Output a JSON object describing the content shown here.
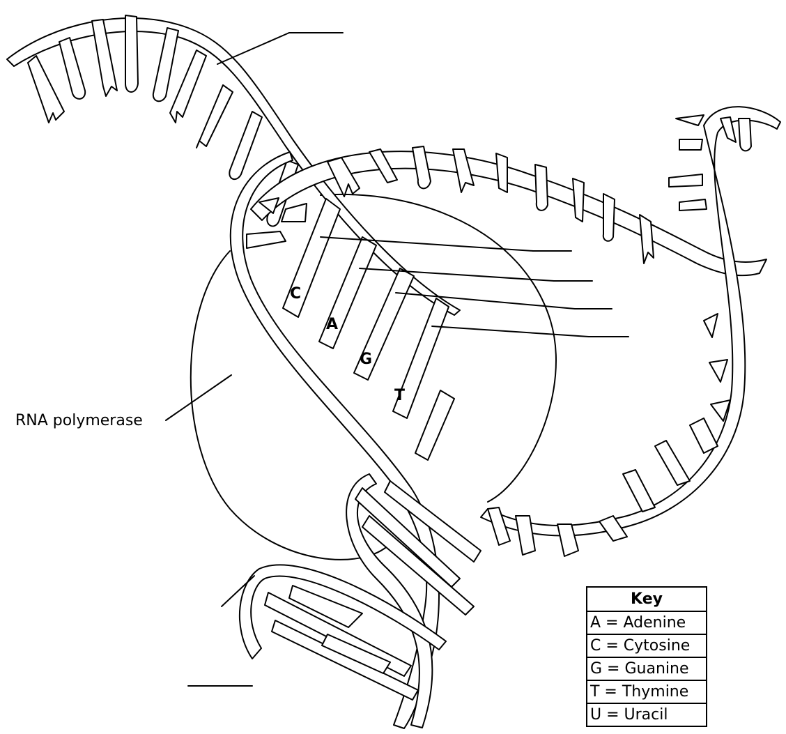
{
  "labels": {
    "rna_polymerase": "RNA polymerase"
  },
  "bases_shown": [
    "C",
    "A",
    "G",
    "T"
  ],
  "key": {
    "title": "Key",
    "entries": [
      "A = Adenine",
      "C = Cytosine",
      "G = Guanine",
      "T = Thymine",
      "U = Uracil"
    ]
  }
}
